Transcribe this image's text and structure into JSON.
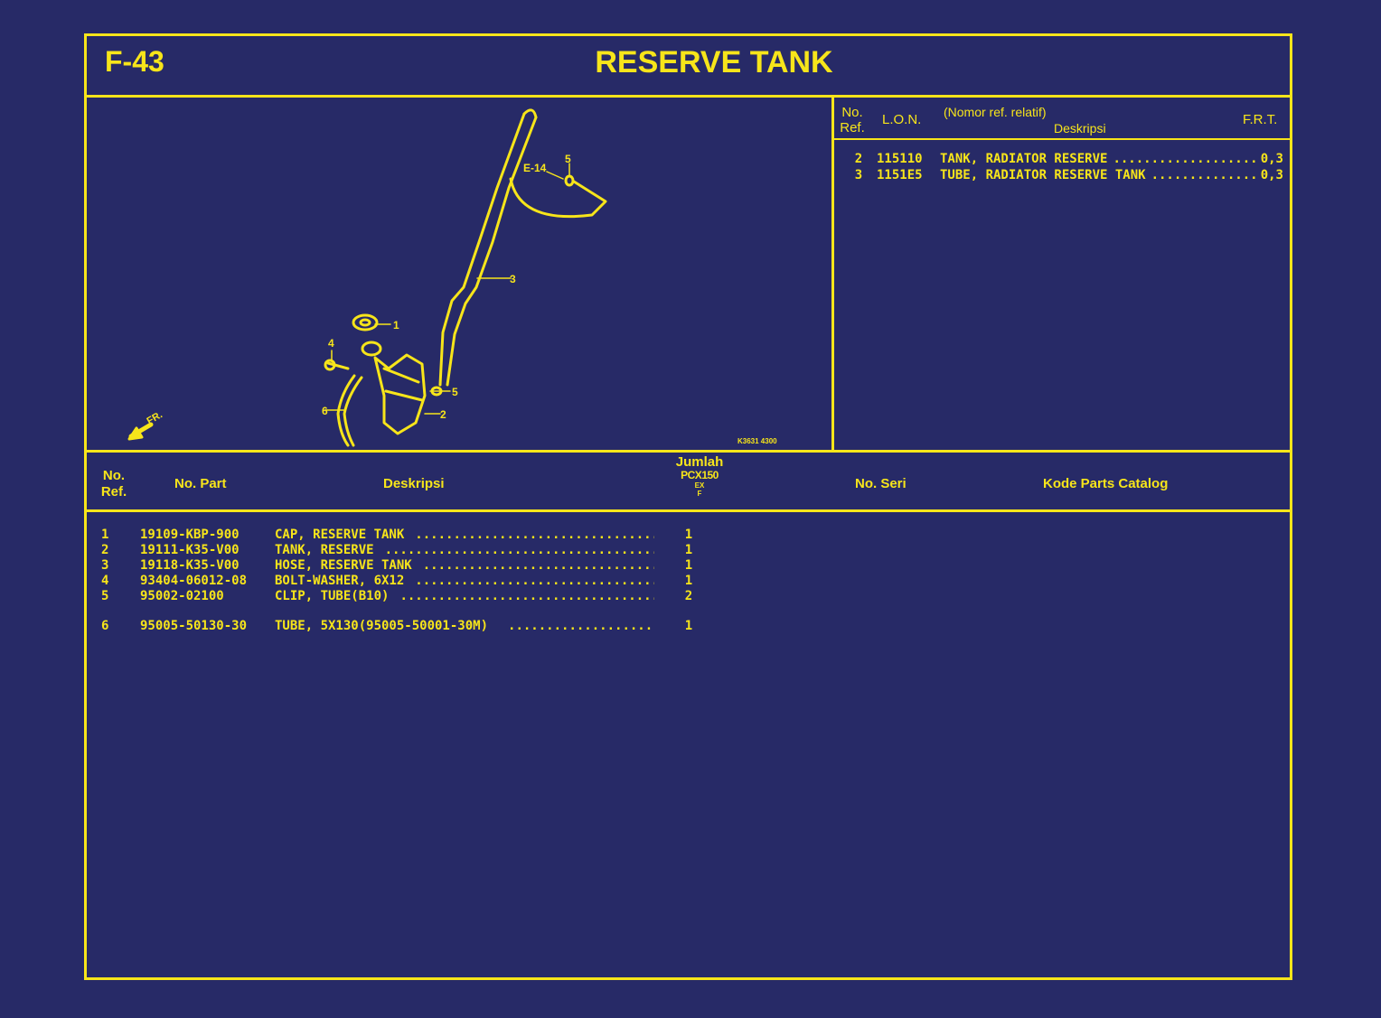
{
  "header": {
    "page_code": "F-43",
    "title": "RESERVE TANK"
  },
  "diagram": {
    "callouts": [
      "1",
      "2",
      "3",
      "4",
      "5",
      "5",
      "6"
    ],
    "ref_label": "E-14",
    "direction_label": "FR.",
    "drawing_code": "K3631 4300"
  },
  "frt_table": {
    "headers": {
      "ref": "No. Ref.",
      "lon": "L.O.N.",
      "note": "(Nomor ref. relatif)",
      "desc": "Deskripsi",
      "frt": "F.R.T."
    },
    "rows": [
      {
        "ref": "2",
        "lon": "115110",
        "desc": "TANK, RADIATOR RESERVE",
        "frt": "0,3"
      },
      {
        "ref": "3",
        "lon": "1151E5",
        "desc": "TUBE, RADIATOR RESERVE TANK",
        "frt": "0,3"
      }
    ]
  },
  "parts_table": {
    "headers": {
      "ref": "No. Ref.",
      "part": "No. Part",
      "desc": "Deskripsi",
      "qty": "Jumlah",
      "model": "PCX150",
      "variant1": "EX",
      "variant2": "F",
      "serial": "No. Seri",
      "catalog": "Kode Parts Catalog"
    },
    "rows": [
      {
        "ref": "1",
        "part": "19109-KBP-900",
        "desc": "CAP, RESERVE TANK",
        "qty": "1"
      },
      {
        "ref": "2",
        "part": "19111-K35-V00",
        "desc": "TANK, RESERVE",
        "qty": "1"
      },
      {
        "ref": "3",
        "part": "19118-K35-V00",
        "desc": "HOSE, RESERVE TANK",
        "qty": "1"
      },
      {
        "ref": "4",
        "part": "93404-06012-08",
        "desc": "BOLT-WASHER, 6X12",
        "qty": "1"
      },
      {
        "ref": "5",
        "part": "95002-02100",
        "desc": "CLIP, TUBE(B10)",
        "qty": "2"
      },
      {
        "ref": "6",
        "part": "95005-50130-30",
        "desc": "TUBE, 5X130(95005-50001-30M)",
        "qty": "1"
      }
    ]
  },
  "colors": {
    "background": "#272a67",
    "foreground": "#f7e51a"
  }
}
